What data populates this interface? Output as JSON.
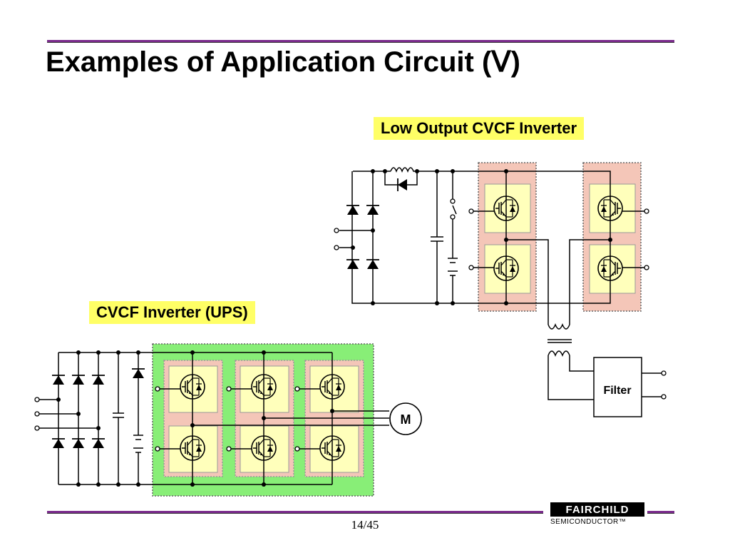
{
  "slide": {
    "title": "Examples of Application Circuit (Ⅴ)",
    "page_number": "14/45"
  },
  "diagrams": {
    "low_output": {
      "caption": "Low Output CVCF Inverter",
      "filter_label": "Filter"
    },
    "ups": {
      "caption": "CVCF Inverter (UPS)",
      "motor_label": "M"
    }
  },
  "logo": {
    "name": "FAIRCHILD",
    "subtitle": "SEMICONDUCTOR™"
  },
  "colors": {
    "rule_purple": "#7a2a8c",
    "caption_yellow": "#ffff66",
    "module_pink": "#f4c6b8",
    "module_green": "#88ee77",
    "switch_yellow": "#ffffbb"
  }
}
